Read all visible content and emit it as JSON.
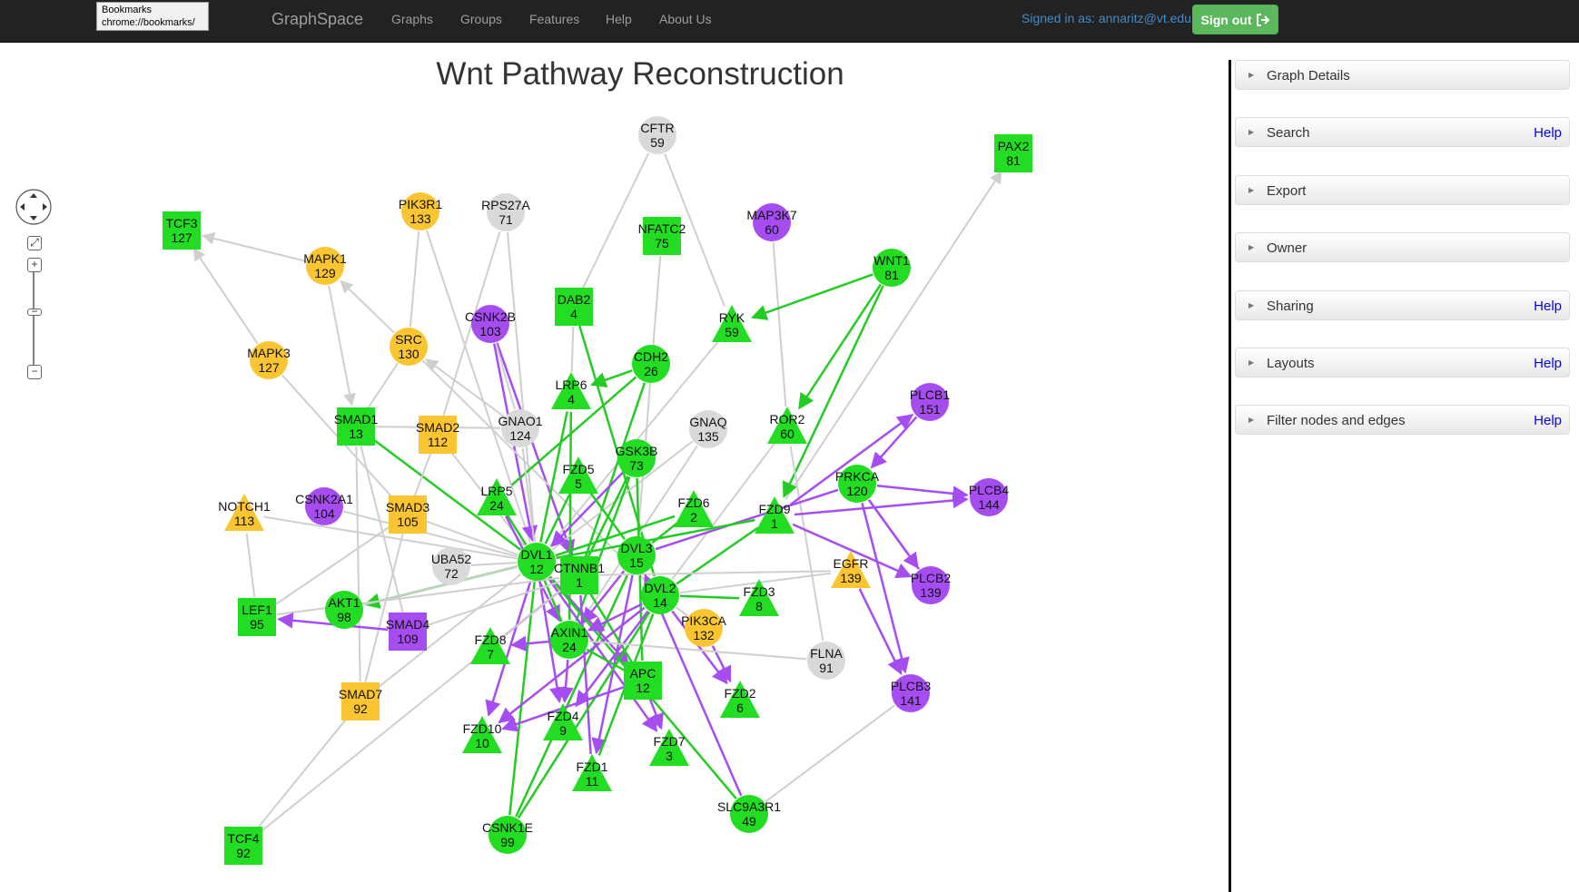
{
  "browser_tooltip": {
    "line1": "Bookmarks",
    "line2": "chrome://bookmarks/"
  },
  "navbar": {
    "brand": "GraphSpace",
    "items": [
      "Graphs",
      "Groups",
      "Features",
      "Help",
      "About Us"
    ],
    "signed_in": "Signed in as: annaritz@vt.edu",
    "sign_out": "Sign out"
  },
  "graph_title": "Wnt Pathway Reconstruction",
  "colors": {
    "green": "#22dd22",
    "yellow": "#fbc531",
    "purple": "#a64df2",
    "gray": "#d9d9d9",
    "green_edge": "#22cc22",
    "purple_edge": "#a64df2",
    "gray_edge": "#cfcfcf"
  },
  "side_panel": [
    {
      "label": "Graph Details",
      "help": ""
    },
    {
      "label": "Search",
      "help": "Help"
    },
    {
      "label": "Export",
      "help": ""
    },
    {
      "label": "Owner",
      "help": ""
    },
    {
      "label": "Sharing",
      "help": "Help"
    },
    {
      "label": "Layouts",
      "help": "Help"
    },
    {
      "label": "Filter nodes and edges",
      "help": "Help"
    }
  ],
  "nodes": [
    {
      "id": "CFTR",
      "label": "CFTR",
      "num": "59",
      "shape": "circle",
      "color": "gray"
    },
    {
      "id": "PAX2",
      "label": "PAX2",
      "num": "81",
      "shape": "square",
      "color": "green"
    },
    {
      "id": "TCF3",
      "label": "TCF3",
      "num": "127",
      "shape": "square",
      "color": "green"
    },
    {
      "id": "PIK3R1",
      "label": "PIK3R1",
      "num": "133",
      "shape": "circle",
      "color": "yellow"
    },
    {
      "id": "RPS27A",
      "label": "RPS27A",
      "num": "71",
      "shape": "circle",
      "color": "gray"
    },
    {
      "id": "NFATC2",
      "label": "NFATC2",
      "num": "75",
      "shape": "square",
      "color": "green"
    },
    {
      "id": "MAP3K7",
      "label": "MAP3K7",
      "num": "60",
      "shape": "circle",
      "color": "purple"
    },
    {
      "id": "WNT1",
      "label": "WNT1",
      "num": "81",
      "shape": "circle",
      "color": "green"
    },
    {
      "id": "MAPK1",
      "label": "MAPK1",
      "num": "129",
      "shape": "circle",
      "color": "yellow"
    },
    {
      "id": "DAB2",
      "label": "DAB2",
      "num": "4",
      "shape": "square",
      "color": "green"
    },
    {
      "id": "CSNK2B",
      "label": "CSNK2B",
      "num": "103",
      "shape": "circle",
      "color": "purple"
    },
    {
      "id": "RYK",
      "label": "RYK",
      "num": "59",
      "shape": "triangle",
      "color": "green"
    },
    {
      "id": "SRC",
      "label": "SRC",
      "num": "130",
      "shape": "circle",
      "color": "yellow"
    },
    {
      "id": "MAPK3",
      "label": "MAPK3",
      "num": "127",
      "shape": "circle",
      "color": "yellow"
    },
    {
      "id": "CDH2",
      "label": "CDH2",
      "num": "26",
      "shape": "circle",
      "color": "green"
    },
    {
      "id": "LRP6",
      "label": "LRP6",
      "num": "4",
      "shape": "triangle",
      "color": "green"
    },
    {
      "id": "PLCB1",
      "label": "PLCB1",
      "num": "151",
      "shape": "circle",
      "color": "purple"
    },
    {
      "id": "SMAD1",
      "label": "SMAD1",
      "num": "13",
      "shape": "square",
      "color": "green"
    },
    {
      "id": "SMAD2",
      "label": "SMAD2",
      "num": "112",
      "shape": "square",
      "color": "yellow"
    },
    {
      "id": "GNAO1",
      "label": "GNAO1",
      "num": "124",
      "shape": "circle",
      "color": "gray"
    },
    {
      "id": "GNAQ",
      "label": "GNAQ",
      "num": "135",
      "shape": "circle",
      "color": "gray"
    },
    {
      "id": "ROR2",
      "label": "ROR2",
      "num": "60",
      "shape": "triangle",
      "color": "green"
    },
    {
      "id": "GSK3B",
      "label": "GSK3B",
      "num": "73",
      "shape": "circle",
      "color": "green"
    },
    {
      "id": "FZD5",
      "label": "FZD5",
      "num": "5",
      "shape": "triangle",
      "color": "green"
    },
    {
      "id": "PRKCA",
      "label": "PRKCA",
      "num": "120",
      "shape": "circle",
      "color": "green"
    },
    {
      "id": "PLCB4",
      "label": "PLCB4",
      "num": "144",
      "shape": "circle",
      "color": "purple"
    },
    {
      "id": "NOTCH1",
      "label": "NOTCH1",
      "num": "113",
      "shape": "triangle",
      "color": "yellow"
    },
    {
      "id": "CSNK2A1",
      "label": "CSNK2A1",
      "num": "104",
      "shape": "circle",
      "color": "purple"
    },
    {
      "id": "SMAD3",
      "label": "SMAD3",
      "num": "105",
      "shape": "square",
      "color": "yellow"
    },
    {
      "id": "LRP5",
      "label": "LRP5",
      "num": "24",
      "shape": "triangle",
      "color": "green"
    },
    {
      "id": "FZD6",
      "label": "FZD6",
      "num": "2",
      "shape": "triangle",
      "color": "green"
    },
    {
      "id": "FZD9",
      "label": "FZD9",
      "num": "1",
      "shape": "triangle",
      "color": "green"
    },
    {
      "id": "DVL3",
      "label": "DVL3",
      "num": "15",
      "shape": "circle",
      "color": "green"
    },
    {
      "id": "UBA52",
      "label": "UBA52",
      "num": "72",
      "shape": "circle",
      "color": "gray"
    },
    {
      "id": "DVL1",
      "label": "DVL1",
      "num": "12",
      "shape": "circle",
      "color": "green"
    },
    {
      "id": "CTNNB1",
      "label": "CTNNB1",
      "num": "1",
      "shape": "square",
      "color": "green"
    },
    {
      "id": "EGFR",
      "label": "EGFR",
      "num": "139",
      "shape": "triangle",
      "color": "yellow"
    },
    {
      "id": "PLCB2",
      "label": "PLCB2",
      "num": "139",
      "shape": "circle",
      "color": "purple"
    },
    {
      "id": "DVL2",
      "label": "DVL2",
      "num": "14",
      "shape": "circle",
      "color": "green"
    },
    {
      "id": "FZD3",
      "label": "FZD3",
      "num": "8",
      "shape": "triangle",
      "color": "green"
    },
    {
      "id": "LEF1",
      "label": "LEF1",
      "num": "95",
      "shape": "square",
      "color": "green"
    },
    {
      "id": "AKT1",
      "label": "AKT1",
      "num": "98",
      "shape": "circle",
      "color": "green"
    },
    {
      "id": "SMAD4",
      "label": "SMAD4",
      "num": "109",
      "shape": "square",
      "color": "purple"
    },
    {
      "id": "PIK3CA",
      "label": "PIK3CA",
      "num": "132",
      "shape": "circle",
      "color": "yellow"
    },
    {
      "id": "AXIN1",
      "label": "AXIN1",
      "num": "24",
      "shape": "circle",
      "color": "green"
    },
    {
      "id": "FZD8",
      "label": "FZD8",
      "num": "7",
      "shape": "triangle",
      "color": "green"
    },
    {
      "id": "FLNA",
      "label": "FLNA",
      "num": "91",
      "shape": "circle",
      "color": "gray"
    },
    {
      "id": "APC",
      "label": "APC",
      "num": "12",
      "shape": "square",
      "color": "green"
    },
    {
      "id": "SMAD7",
      "label": "SMAD7",
      "num": "92",
      "shape": "square",
      "color": "yellow"
    },
    {
      "id": "PLCB3",
      "label": "PLCB3",
      "num": "141",
      "shape": "circle",
      "color": "purple"
    },
    {
      "id": "FZD2",
      "label": "FZD2",
      "num": "6",
      "shape": "triangle",
      "color": "green"
    },
    {
      "id": "FZD10",
      "label": "FZD10",
      "num": "10",
      "shape": "triangle",
      "color": "green"
    },
    {
      "id": "FZD4",
      "label": "FZD4",
      "num": "9",
      "shape": "triangle",
      "color": "green"
    },
    {
      "id": "FZD7",
      "label": "FZD7",
      "num": "3",
      "shape": "triangle",
      "color": "green"
    },
    {
      "id": "FZD1",
      "label": "FZD1",
      "num": "11",
      "shape": "triangle",
      "color": "green"
    },
    {
      "id": "SLC9A3R1",
      "label": "SLC9A3R1",
      "num": "49",
      "shape": "circle",
      "color": "green"
    },
    {
      "id": "CSNK1E",
      "label": "CSNK1E",
      "num": "99",
      "shape": "circle",
      "color": "green"
    },
    {
      "id": "TCF4",
      "label": "TCF4",
      "num": "92",
      "shape": "square",
      "color": "green"
    }
  ],
  "edges": [
    {
      "s": "CFTR",
      "t": "DAB2",
      "c": "gray"
    },
    {
      "s": "CFTR",
      "t": "RYK",
      "c": "gray"
    },
    {
      "s": "FZD9",
      "t": "PAX2",
      "c": "gray",
      "arrow": true
    },
    {
      "s": "MAPK1",
      "t": "TCF3",
      "c": "gray",
      "arrow": true
    },
    {
      "s": "MAPK3",
      "t": "TCF3",
      "c": "gray",
      "arrow": true
    },
    {
      "s": "PIK3R1",
      "t": "DVL1",
      "c": "gray"
    },
    {
      "s": "RPS27A",
      "t": "DVL1",
      "c": "gray"
    },
    {
      "s": "RPS27A",
      "t": "SMAD2",
      "c": "gray"
    },
    {
      "s": "PIK3R1",
      "t": "SRC",
      "c": "gray"
    },
    {
      "s": "NFATC2",
      "t": "DVL3",
      "c": "gray"
    },
    {
      "s": "MAP3K7",
      "t": "ROR2",
      "c": "gray"
    },
    {
      "s": "WNT1",
      "t": "RYK",
      "c": "green",
      "arrow": true
    },
    {
      "s": "WNT1",
      "t": "ROR2",
      "c": "green",
      "arrow": true
    },
    {
      "s": "WNT1",
      "t": "FZD9",
      "c": "green",
      "arrow": true
    },
    {
      "s": "SRC",
      "t": "MAPK1",
      "c": "gray",
      "arrow": true
    },
    {
      "s": "MAPK1",
      "t": "SMAD1",
      "c": "gray",
      "arrow": true
    },
    {
      "s": "DAB2",
      "t": "LRP6",
      "c": "gray"
    },
    {
      "s": "DAB2",
      "t": "DVL2",
      "c": "green"
    },
    {
      "s": "CSNK2B",
      "t": "DVL1",
      "c": "purple",
      "arrow": true
    },
    {
      "s": "CSNK2B",
      "t": "CTNNB1",
      "c": "purple",
      "arrow": true
    },
    {
      "s": "RYK",
      "t": "DVL1",
      "c": "gray"
    },
    {
      "s": "SRC",
      "t": "SMAD1",
      "c": "gray"
    },
    {
      "s": "SRC",
      "t": "DVL2",
      "c": "gray"
    },
    {
      "s": "MAPK3",
      "t": "SMAD3",
      "c": "gray"
    },
    {
      "s": "CDH2",
      "t": "CTNNB1",
      "c": "green"
    },
    {
      "s": "CDH2",
      "t": "LRP5",
      "c": "green"
    },
    {
      "s": "CDH2",
      "t": "LRP6",
      "c": "green",
      "arrow": true
    },
    {
      "s": "LRP6",
      "t": "DVL1",
      "c": "green"
    },
    {
      "s": "LRP6",
      "t": "AXIN1",
      "c": "green"
    },
    {
      "s": "PLCB1",
      "t": "PRKCA",
      "c": "purple",
      "arrow": true
    },
    {
      "s": "PLCB1",
      "t": "FZD9",
      "c": "gray"
    },
    {
      "s": "SMAD1",
      "t": "DVL1",
      "c": "green"
    },
    {
      "s": "SMAD1",
      "t": "SMAD4",
      "c": "gray"
    },
    {
      "s": "SMAD1",
      "t": "SMAD7",
      "c": "gray"
    },
    {
      "s": "SMAD2",
      "t": "DVL1",
      "c": "gray"
    },
    {
      "s": "SMAD2",
      "t": "SMAD3",
      "c": "gray"
    },
    {
      "s": "GNAO1",
      "t": "SMAD1",
      "c": "gray"
    },
    {
      "s": "GNAO1",
      "t": "DVL1",
      "c": "gray"
    },
    {
      "s": "GNAO1",
      "t": "CSNK2B",
      "c": "gray"
    },
    {
      "s": "GNAO1",
      "t": "SRC",
      "c": "gray",
      "arrow": true
    },
    {
      "s": "GNAQ",
      "t": "DVL1",
      "c": "gray"
    },
    {
      "s": "GNAQ",
      "t": "AXIN1",
      "c": "gray"
    },
    {
      "s": "ROR2",
      "t": "DVL2",
      "c": "gray"
    },
    {
      "s": "ROR2",
      "t": "FLNA",
      "c": "gray"
    },
    {
      "s": "GSK3B",
      "t": "AXIN1",
      "c": "green"
    },
    {
      "s": "GSK3B",
      "t": "DVL1",
      "c": "purple",
      "arrow": true
    },
    {
      "s": "GSK3B",
      "t": "CTNNB1",
      "c": "green"
    },
    {
      "s": "GSK3B",
      "t": "APC",
      "c": "green"
    },
    {
      "s": "FZD5",
      "t": "DVL1",
      "c": "green"
    },
    {
      "s": "FZD5",
      "t": "DVL3",
      "c": "green"
    },
    {
      "s": "PRKCA",
      "t": "PLCB4",
      "c": "purple",
      "arrow": true
    },
    {
      "s": "PRKCA",
      "t": "PLCB2",
      "c": "purple",
      "arrow": true
    },
    {
      "s": "PRKCA",
      "t": "PLCB3",
      "c": "purple",
      "arrow": true
    },
    {
      "s": "PRKCA",
      "t": "DVL3",
      "c": "purple"
    },
    {
      "s": "FZD9",
      "t": "DVL1",
      "c": "green"
    },
    {
      "s": "FZD9",
      "t": "DVL2",
      "c": "green"
    },
    {
      "s": "FZD9",
      "t": "PLCB1",
      "c": "purple",
      "arrow": true
    },
    {
      "s": "FZD9",
      "t": "PLCB4",
      "c": "purple",
      "arrow": true
    },
    {
      "s": "FZD9",
      "t": "PLCB2",
      "c": "purple",
      "arrow": true
    },
    {
      "s": "NOTCH1",
      "t": "DVL1",
      "c": "gray"
    },
    {
      "s": "NOTCH1",
      "t": "LEF1",
      "c": "gray"
    },
    {
      "s": "CSNK2A1",
      "t": "DVL1",
      "c": "gray"
    },
    {
      "s": "SMAD3",
      "t": "DVL1",
      "c": "gray"
    },
    {
      "s": "SMAD3",
      "t": "SMAD7",
      "c": "gray"
    },
    {
      "s": "SMAD3",
      "t": "LEF1",
      "c": "gray"
    },
    {
      "s": "LRP5",
      "t": "DVL1",
      "c": "green"
    },
    {
      "s": "LRP5",
      "t": "AXIN1",
      "c": "purple",
      "arrow": true
    },
    {
      "s": "FZD6",
      "t": "DVL3",
      "c": "green"
    },
    {
      "s": "FZD6",
      "t": "DVL1",
      "c": "green"
    },
    {
      "s": "DVL3",
      "t": "AXIN1",
      "c": "purple",
      "arrow": true
    },
    {
      "s": "DVL3",
      "t": "FZD1",
      "c": "purple",
      "arrow": true
    },
    {
      "s": "DVL3",
      "t": "CSNK1E",
      "c": "green"
    },
    {
      "s": "UBA52",
      "t": "DVL1",
      "c": "gray"
    },
    {
      "s": "DVL1",
      "t": "AXIN1",
      "c": "green"
    },
    {
      "s": "DVL1",
      "t": "AKT1",
      "c": "green",
      "arrow": true
    },
    {
      "s": "DVL1",
      "t": "APC",
      "c": "purple",
      "arrow": true
    },
    {
      "s": "DVL1",
      "t": "FZD10",
      "c": "purple",
      "arrow": true
    },
    {
      "s": "DVL1",
      "t": "FZD4",
      "c": "purple",
      "arrow": true
    },
    {
      "s": "DVL1",
      "t": "FZD7",
      "c": "purple",
      "arrow": true
    },
    {
      "s": "DVL1",
      "t": "CSNK1E",
      "c": "green"
    },
    {
      "s": "DVL1",
      "t": "SLC9A3R1",
      "c": "green"
    },
    {
      "s": "CTNNB1",
      "t": "APC",
      "c": "green"
    },
    {
      "s": "CTNNB1",
      "t": "FZD1",
      "c": "purple"
    },
    {
      "s": "CTNNB1",
      "t": "FZD8",
      "c": "purple"
    },
    {
      "s": "CTNNB1",
      "t": "LEF1",
      "c": "gray"
    },
    {
      "s": "CTNNB1",
      "t": "TCF4",
      "c": "gray"
    },
    {
      "s": "EGFR",
      "t": "DVL2",
      "c": "gray"
    },
    {
      "s": "EGFR",
      "t": "PLCB3",
      "c": "purple",
      "arrow": true
    },
    {
      "s": "EGFR",
      "t": "CTNNB1",
      "c": "gray"
    },
    {
      "s": "DVL2",
      "t": "FZD3",
      "c": "green"
    },
    {
      "s": "DVL2",
      "t": "FZD2",
      "c": "purple",
      "arrow": true
    },
    {
      "s": "DVL2",
      "t": "FZD10",
      "c": "purple",
      "arrow": true
    },
    {
      "s": "DVL2",
      "t": "FZD4",
      "c": "purple",
      "arrow": true
    },
    {
      "s": "DVL2",
      "t": "CSNK1E",
      "c": "green"
    },
    {
      "s": "DVL2",
      "t": "AXIN1",
      "c": "purple",
      "arrow": true
    },
    {
      "s": "SMAD4",
      "t": "LEF1",
      "c": "purple",
      "arrow": true
    },
    {
      "s": "SMAD4",
      "t": "CTNNB1",
      "c": "gray"
    },
    {
      "s": "PIK3CA",
      "t": "DVL2",
      "c": "gray"
    },
    {
      "s": "PIK3CA",
      "t": "FZD2",
      "c": "purple",
      "arrow": true
    },
    {
      "s": "AXIN1",
      "t": "FZD8",
      "c": "purple",
      "arrow": true
    },
    {
      "s": "AXIN1",
      "t": "APC",
      "c": "green"
    },
    {
      "s": "AXIN1",
      "t": "FZD4",
      "c": "purple",
      "arrow": true
    },
    {
      "s": "FLNA",
      "t": "AXIN1",
      "c": "gray"
    },
    {
      "s": "APC",
      "t": "FZD7",
      "c": "purple",
      "arrow": true
    },
    {
      "s": "APC",
      "t": "FZD10",
      "c": "purple",
      "arrow": true
    },
    {
      "s": "SMAD7",
      "t": "TCF4",
      "c": "gray"
    },
    {
      "s": "SMAD7",
      "t": "DVL1",
      "c": "gray"
    },
    {
      "s": "PLCB3",
      "t": "SLC9A3R1",
      "c": "gray"
    },
    {
      "s": "PLCB2",
      "t": "PRKCA",
      "c": "purple"
    },
    {
      "s": "SLC9A3R1",
      "t": "DVL3",
      "c": "purple",
      "arrow": true
    },
    {
      "s": "FZD1",
      "t": "DVL2",
      "c": "green"
    },
    {
      "s": "AKT1",
      "t": "DVL1",
      "c": "gray"
    }
  ]
}
